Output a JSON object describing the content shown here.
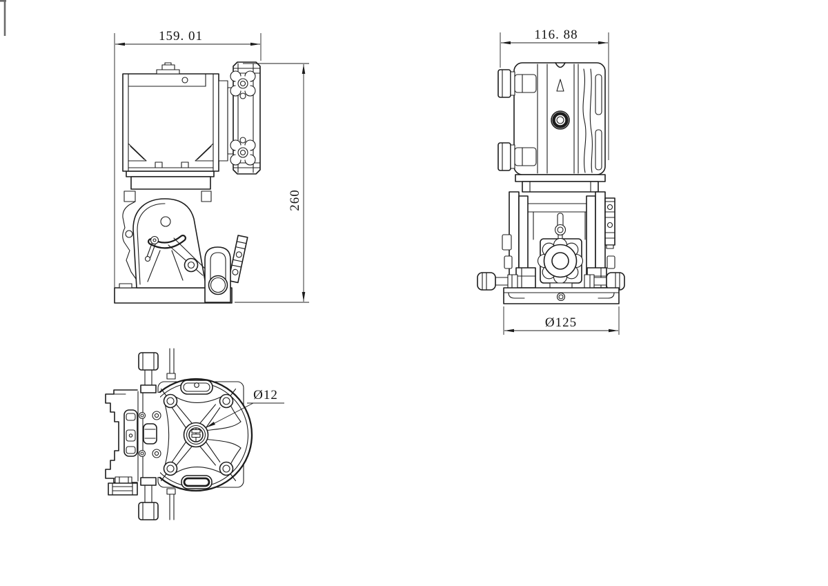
{
  "canvas": {
    "background": "#ffffff",
    "ink": "#1c1c1c"
  },
  "side_view": {
    "width_label": "159. 01",
    "height_label": "260"
  },
  "front_view": {
    "width_label": "116. 88",
    "base_diameter_label": "Ø125"
  },
  "bottom_view": {
    "center_hole_label": "Ø12"
  }
}
